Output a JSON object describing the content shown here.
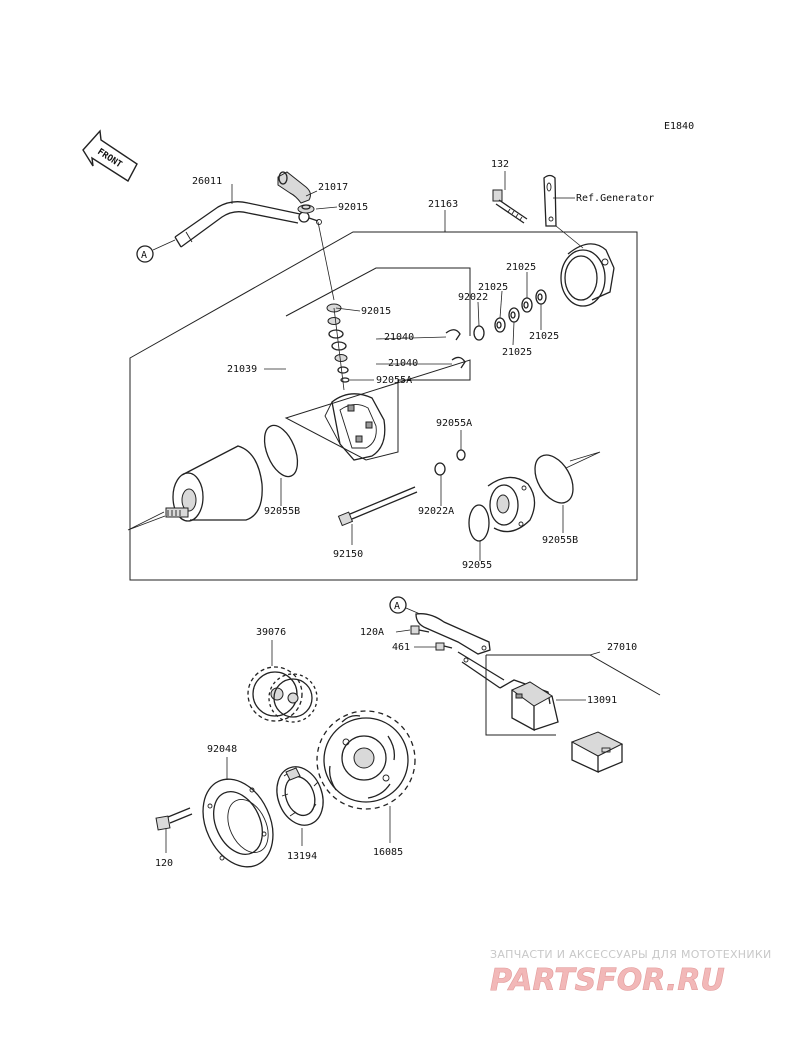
{
  "diagram_code": "E1840",
  "front_label": "FRONT",
  "ref_label": "Ref.Generator",
  "callout_A": "A",
  "parts": {
    "p26011": "26011",
    "p21017": "21017",
    "p92015_top": "92015",
    "p21163": "21163",
    "p132": "132",
    "p21025_a": "21025",
    "p21025_b": "21025",
    "p21025_c": "21025",
    "p21025_d": "21025",
    "p92022": "92022",
    "p92015_mid": "92015",
    "p21040_a": "21040",
    "p21040_b": "21040",
    "p92055A_a": "92055A",
    "p21039": "21039",
    "p92055A_b": "92055A",
    "p92055B_a": "92055B",
    "p92022A": "92022A",
    "p92150": "92150",
    "p92055": "92055",
    "p92055B_b": "92055B",
    "p39076": "39076",
    "p120A": "120A",
    "p461": "461",
    "p27010": "27010",
    "p13091": "13091",
    "p92048": "92048",
    "p120": "120",
    "p13194": "13194",
    "p16085": "16085"
  },
  "watermark": {
    "tagline": "ЗАПЧАСТИ И АКСЕССУАРЫ ДЛЯ МОТОТЕХНИКИ",
    "logo": "PARTSFOR.RU"
  }
}
